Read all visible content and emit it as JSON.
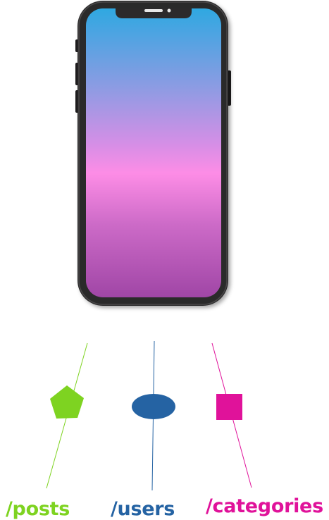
{
  "routes": [
    {
      "label": "/posts",
      "color": "#7ed321",
      "marker": "pentagon-icon"
    },
    {
      "label": "/users",
      "color": "#2563a3",
      "marker": "ellipse-icon"
    },
    {
      "label": "/categories",
      "color": "#e0129a",
      "marker": "square-icon"
    }
  ],
  "phone": {
    "frame_color": "#2c2a2b",
    "screen_gradient": [
      "#2fa8e1",
      "#8f9be3",
      "#d98ee6",
      "#fd8de6",
      "#cc6ac7",
      "#a046a6"
    ]
  }
}
